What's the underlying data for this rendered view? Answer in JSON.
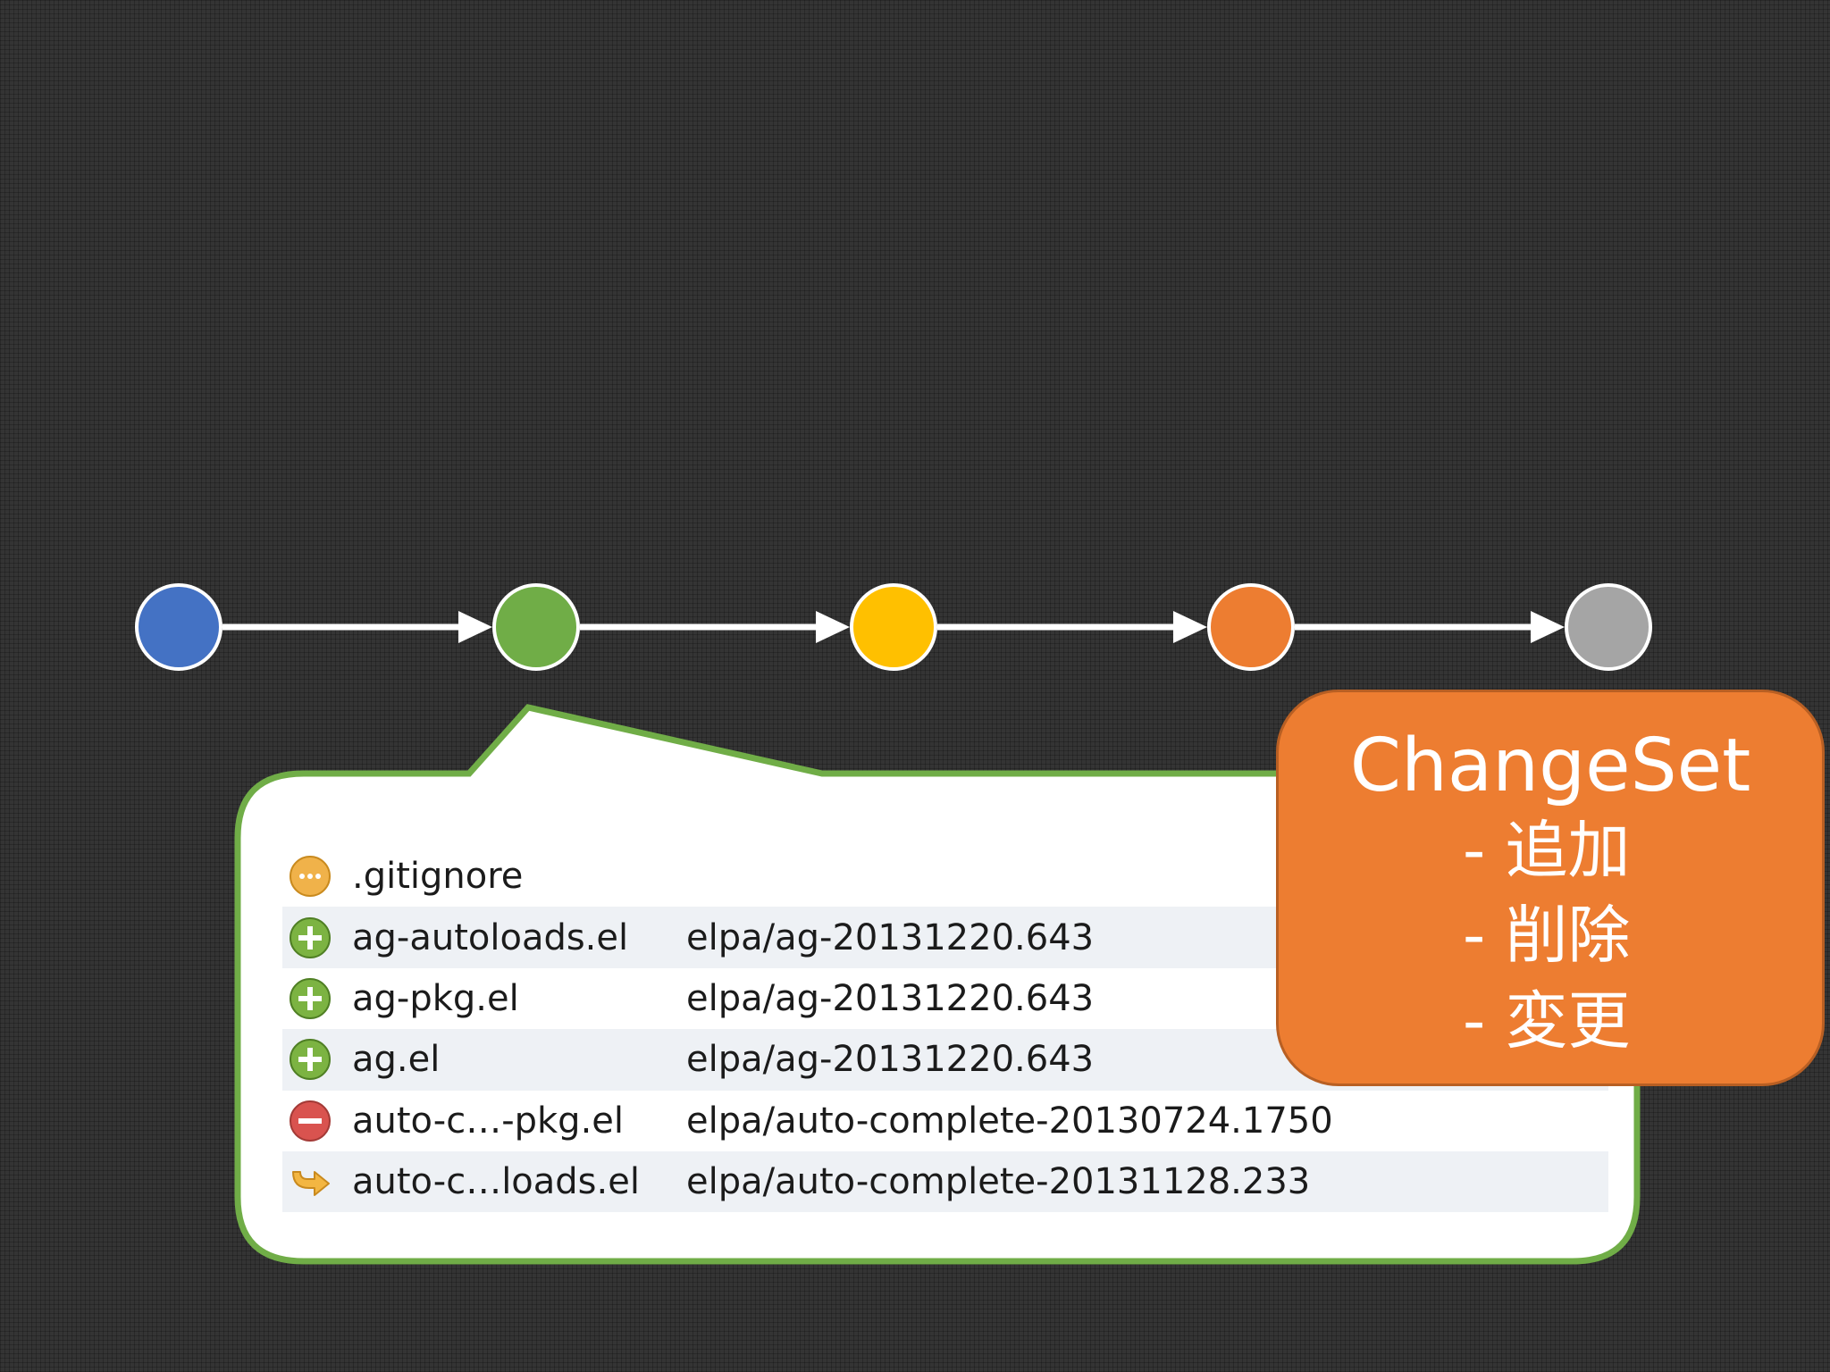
{
  "timeline": {
    "nodes": [
      {
        "name": "node-blue",
        "color": "#4472c4"
      },
      {
        "name": "node-green",
        "color": "#70ad47"
      },
      {
        "name": "node-yellow",
        "color": "#ffc000"
      },
      {
        "name": "node-orange",
        "color": "#ed7d31"
      },
      {
        "name": "node-gray",
        "color": "#a5a5a5"
      }
    ],
    "arrow_color": "#ffffff",
    "node_border_color": "#ffffff"
  },
  "callout": {
    "border_color": "#70ad47",
    "fill_color": "#ffffff",
    "files": [
      {
        "icon": "ignored-icon",
        "name": ".gitignore",
        "path": ""
      },
      {
        "icon": "added-icon",
        "name": "ag-autoloads.el",
        "path": "elpa/ag-20131220.643"
      },
      {
        "icon": "added-icon",
        "name": "ag-pkg.el",
        "path": "elpa/ag-20131220.643"
      },
      {
        "icon": "added-icon",
        "name": "ag.el",
        "path": "elpa/ag-20131220.643"
      },
      {
        "icon": "removed-icon",
        "name": "auto-c…-pkg.el",
        "path": "elpa/auto-complete-20130724.1750"
      },
      {
        "icon": "moved-icon",
        "name": "auto-c…loads.el",
        "path": "elpa/auto-complete-20131128.233"
      }
    ]
  },
  "changeset": {
    "title": "ChangeSet",
    "items": [
      "- 追加",
      "- 削除",
      "- 変更"
    ],
    "color": "#ed7d31"
  }
}
